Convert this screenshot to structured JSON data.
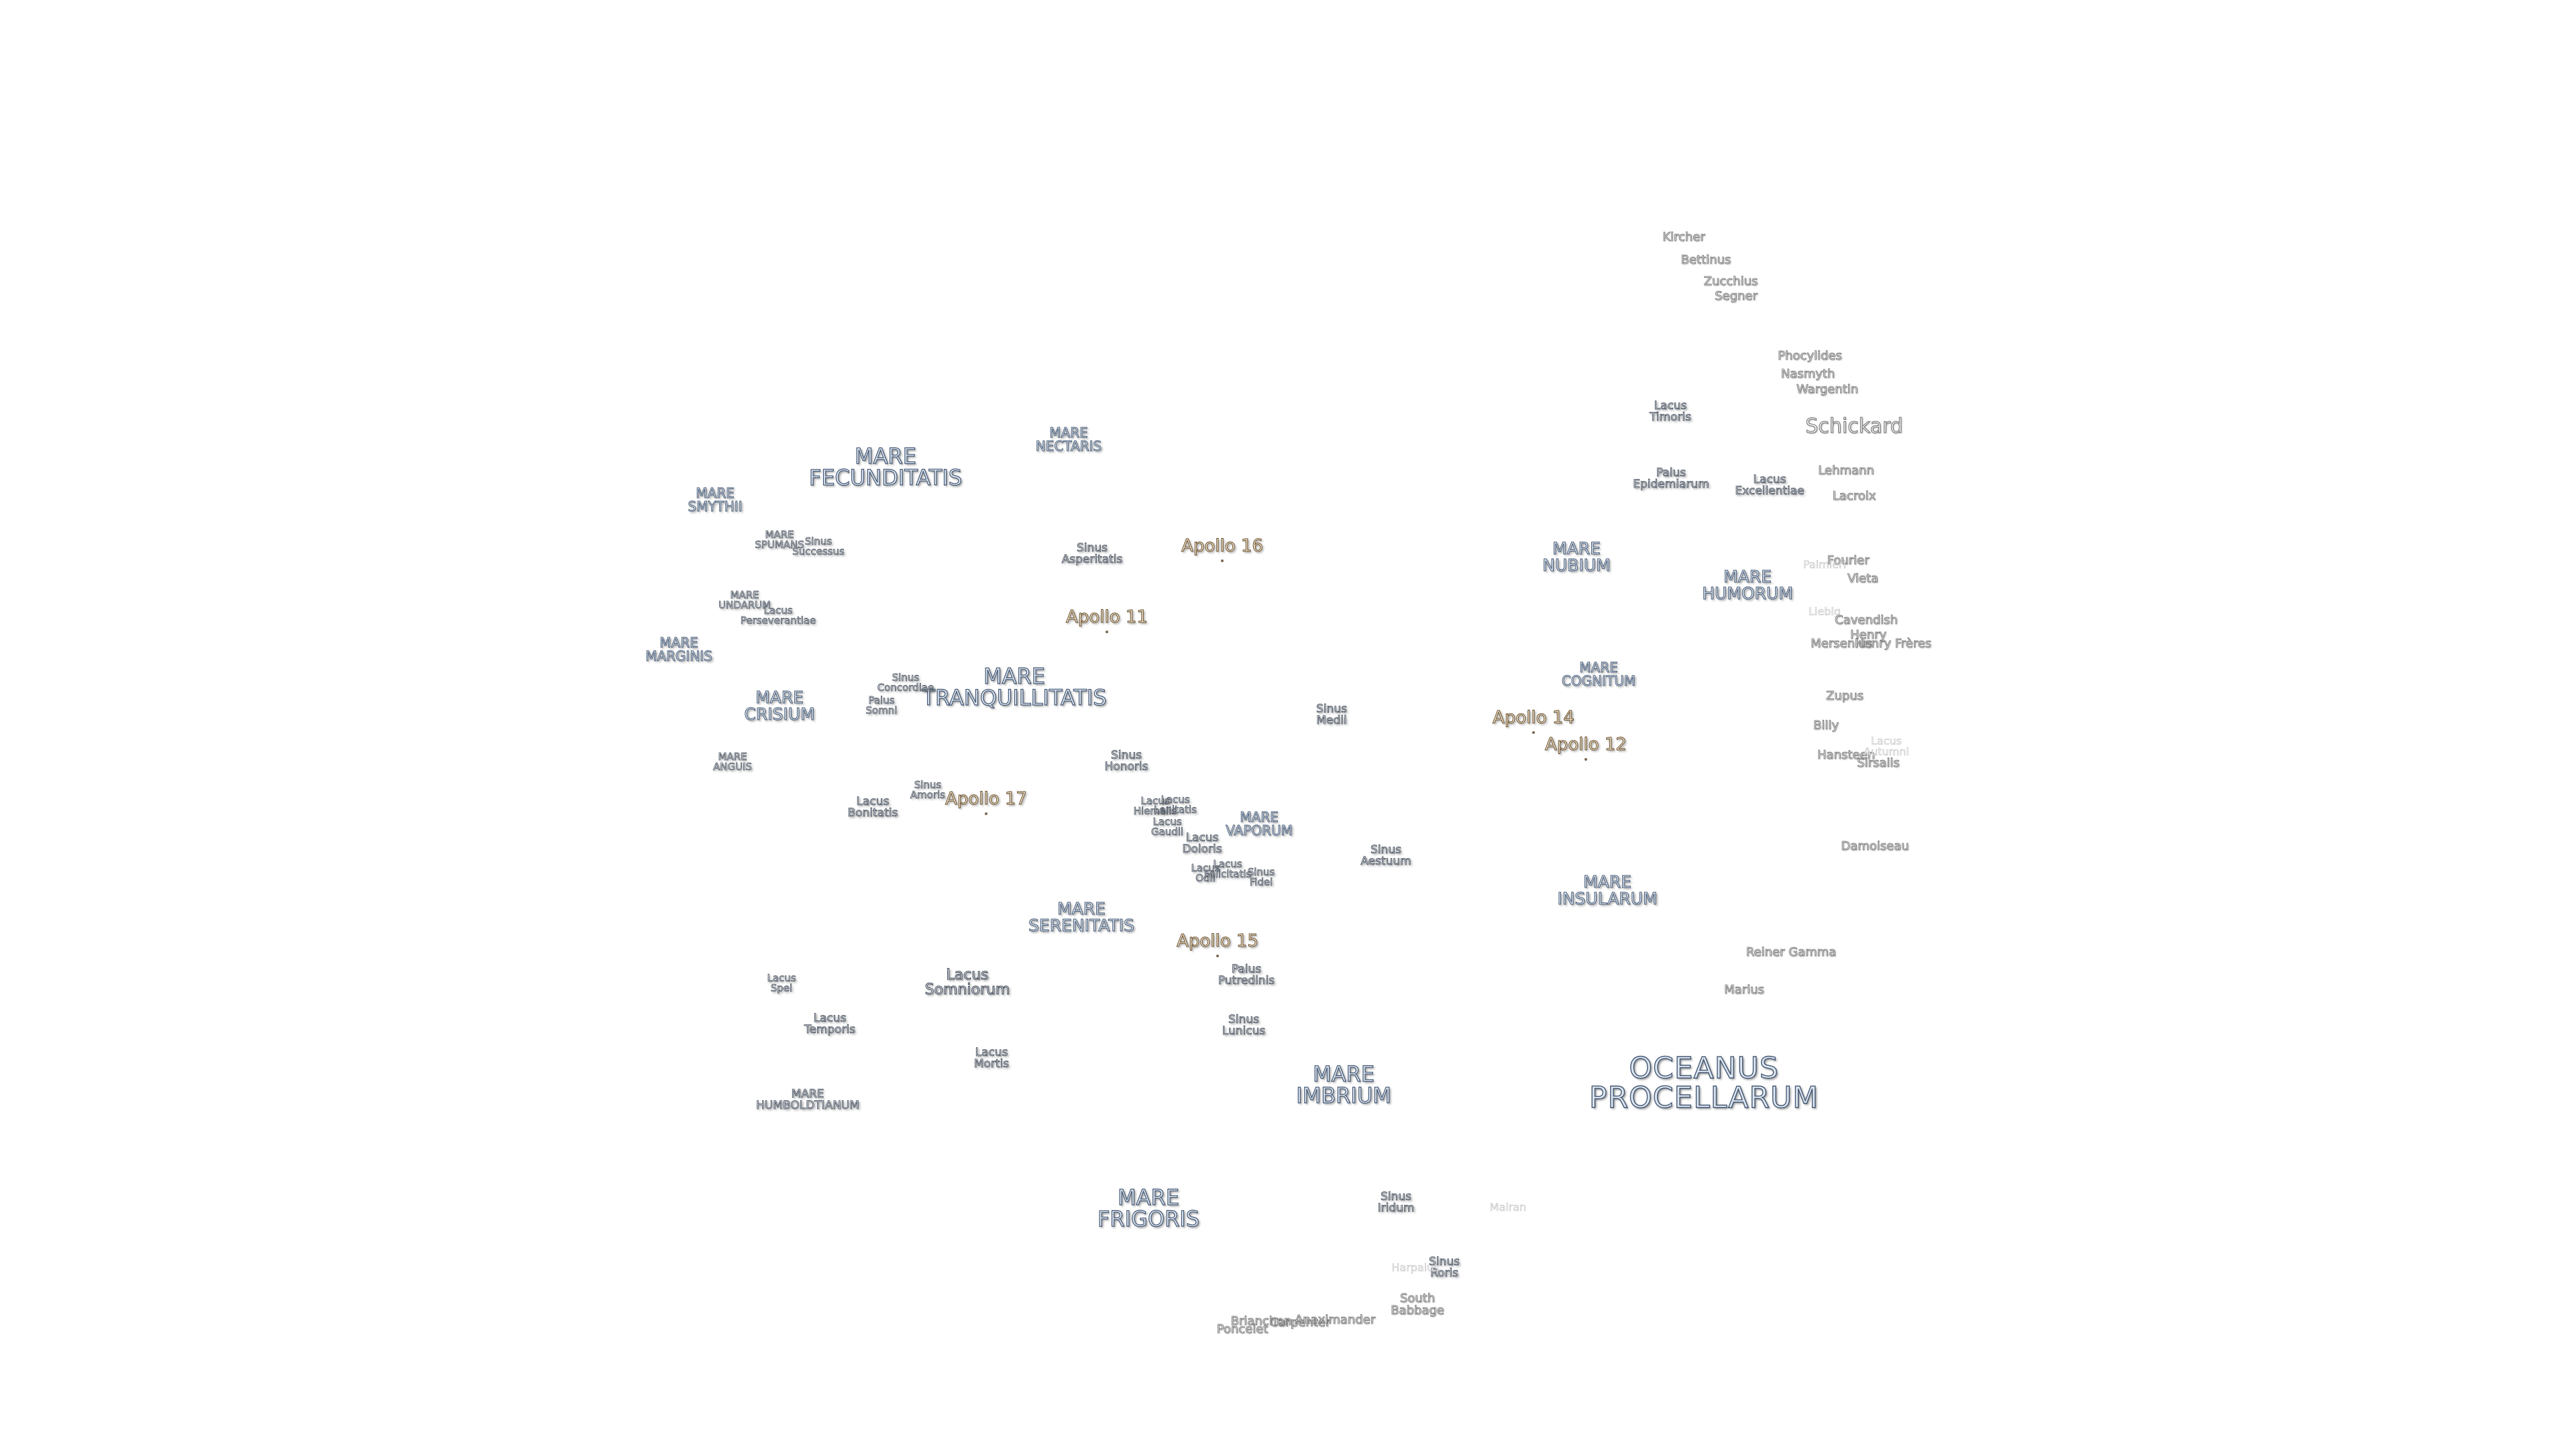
{
  "labels": [
    {
      "text": "OCEANUS\nPROCELLARUM",
      "cls": "ocean",
      "id": "oceanus-procellarum"
    },
    {
      "text": "MARE\nIMBRIUM",
      "cls": "mare-l",
      "id": "mare-imbrium"
    },
    {
      "text": "MARE\nFRIGORIS",
      "cls": "mare-l",
      "id": "mare-frigoris"
    },
    {
      "text": "MARE\nSERENITATIS",
      "cls": "mare",
      "id": "mare-serenitatis"
    },
    {
      "text": "MARE\nTRANQUILLITATIS",
      "cls": "mare-l",
      "id": "mare-tranquillitatis"
    },
    {
      "text": "MARE\nFECUNDITATIS",
      "cls": "mare-l",
      "id": "mare-fecunditatis"
    },
    {
      "text": "MARE\nNECTARIS",
      "cls": "mare-s",
      "id": "mare-nectaris"
    },
    {
      "text": "MARE\nCRISIUM",
      "cls": "mare",
      "id": "mare-crisium"
    },
    {
      "text": "MARE\nNUBIUM",
      "cls": "mare",
      "id": "mare-nubium"
    },
    {
      "text": "MARE\nHUMORUM",
      "cls": "mare",
      "id": "mare-humorum"
    },
    {
      "text": "MARE\nCOGNITUM",
      "cls": "mare-s",
      "id": "mare-cognitum"
    },
    {
      "text": "MARE\nINSULARUM",
      "cls": "mare",
      "id": "mare-insularum"
    },
    {
      "text": "MARE\nVAPORUM",
      "cls": "mare-s",
      "id": "mare-vaporum"
    },
    {
      "text": "MARE\nSMYTHII",
      "cls": "mare-s",
      "id": "mare-smythii"
    },
    {
      "text": "MARE\nSPUMANS",
      "cls": "tiny",
      "id": "mare-spumans"
    },
    {
      "text": "MARE\nUNDARUM",
      "cls": "tiny",
      "id": "mare-undarum"
    },
    {
      "text": "MARE\nMARGINIS",
      "cls": "mare-s",
      "id": "mare-marginis"
    },
    {
      "text": "MARE\nANGUIS",
      "cls": "tiny",
      "id": "mare-anguis"
    },
    {
      "text": "MARE\nHUMBOLDTIANUM",
      "cls": "small",
      "id": "mare-humboldtianum"
    },
    {
      "text": "Lacus\nSomniorum",
      "cls": "lacus",
      "id": "lacus-somniorum"
    },
    {
      "text": "Lacus\nMortis",
      "cls": "small",
      "id": "lacus-mortis"
    },
    {
      "text": "Lacus\nTemporis",
      "cls": "small",
      "id": "lacus-temporis"
    },
    {
      "text": "Lacus\nSpei",
      "cls": "tiny",
      "id": "lacus-spei"
    },
    {
      "text": "Lacus\nBonitatis",
      "cls": "small",
      "id": "lacus-bonitatis"
    },
    {
      "text": "Lacus\nPerseverantiae",
      "cls": "tiny",
      "id": "lacus-perseverantiae"
    },
    {
      "text": "Lacus\nDoloris",
      "cls": "small",
      "id": "lacus-doloris"
    },
    {
      "text": "Lacus\nGaudii",
      "cls": "tiny",
      "id": "lacus-gaudii"
    },
    {
      "text": "Lacus\nHiemalis",
      "cls": "tiny",
      "id": "lacus-hiemalis"
    },
    {
      "text": "Lacus\nLenitatis",
      "cls": "tiny",
      "id": "lacus-lenitatis"
    },
    {
      "text": "Lacus\nOdii",
      "cls": "tiny",
      "id": "lacus-odii"
    },
    {
      "text": "Lacus\nFelicitatis",
      "cls": "tiny",
      "id": "lacus-felicitatis"
    },
    {
      "text": "Lacus\nTimoris",
      "cls": "small",
      "id": "lacus-timoris"
    },
    {
      "text": "Lacus\nExcellentiae",
      "cls": "small",
      "id": "lacus-excellentiae"
    },
    {
      "text": "Palus\nPutredinis",
      "cls": "small",
      "id": "palus-putredinis"
    },
    {
      "text": "Palus\nSomni",
      "cls": "tiny",
      "id": "palus-somni"
    },
    {
      "text": "Palus\nEpidemiarum",
      "cls": "small",
      "id": "palus-epidemiarum"
    },
    {
      "text": "Sinus\nMedii",
      "cls": "small",
      "id": "sinus-medii"
    },
    {
      "text": "Sinus\nAestuum",
      "cls": "small",
      "id": "sinus-aestuum"
    },
    {
      "text": "Sinus\nIridum",
      "cls": "small",
      "id": "sinus-iridum"
    },
    {
      "text": "Sinus\nRoris",
      "cls": "small",
      "id": "sinus-roris"
    },
    {
      "text": "Sinus\nLunicus",
      "cls": "small",
      "id": "sinus-lunicus"
    },
    {
      "text": "Sinus\nHonoris",
      "cls": "small",
      "id": "sinus-honoris"
    },
    {
      "text": "Sinus\nAsperitatis",
      "cls": "small",
      "id": "sinus-asperitatis"
    },
    {
      "text": "Sinus\nConcordiae",
      "cls": "tiny",
      "id": "sinus-concordiae"
    },
    {
      "text": "Sinus\nAmoris",
      "cls": "tiny",
      "id": "sinus-amoris"
    },
    {
      "text": "Sinus\nSuccessus",
      "cls": "tiny",
      "id": "sinus-successus"
    },
    {
      "text": "Sinus\nFidei",
      "cls": "tiny",
      "id": "sinus-fidei"
    },
    {
      "text": "Apollo 11",
      "cls": "apollo",
      "id": "apollo-11",
      "site": true
    },
    {
      "text": "Apollo 12",
      "cls": "apollo",
      "id": "apollo-12",
      "site": true
    },
    {
      "text": "Apollo 14",
      "cls": "apollo",
      "id": "apollo-14",
      "site": true
    },
    {
      "text": "Apollo 15",
      "cls": "apollo",
      "id": "apollo-15",
      "site": true
    },
    {
      "text": "Apollo 16",
      "cls": "apollo",
      "id": "apollo-16",
      "site": true
    },
    {
      "text": "Apollo 17",
      "cls": "apollo",
      "id": "apollo-17",
      "site": true
    },
    {
      "text": "Schickard",
      "cls": "crater-l",
      "id": "schickard"
    },
    {
      "text": "South\nBabbage",
      "cls": "crater",
      "id": "south-babbage"
    },
    {
      "text": "Phocylides",
      "cls": "crater",
      "id": "phocylides"
    },
    {
      "text": "Nasmyth",
      "cls": "crater",
      "id": "nasmyth"
    },
    {
      "text": "Wargentin",
      "cls": "crater",
      "id": "wargentin"
    },
    {
      "text": "Kircher",
      "cls": "crater",
      "id": "kircher"
    },
    {
      "text": "Bettinus",
      "cls": "crater",
      "id": "bettinus"
    },
    {
      "text": "Zucchius",
      "cls": "crater",
      "id": "zucchius"
    },
    {
      "text": "Segner",
      "cls": "crater",
      "id": "segner"
    },
    {
      "text": "Lehmann",
      "cls": "crater",
      "id": "lehmann"
    },
    {
      "text": "Lacroix",
      "cls": "crater",
      "id": "lacroix"
    },
    {
      "text": "Fourier",
      "cls": "crater",
      "id": "fourier"
    },
    {
      "text": "Vieta",
      "cls": "crater",
      "id": "vieta"
    },
    {
      "text": "Liebig",
      "cls": "faint",
      "id": "liebig"
    },
    {
      "text": "Cavendish",
      "cls": "crater",
      "id": "cavendish"
    },
    {
      "text": "Henry",
      "cls": "crater",
      "id": "henry"
    },
    {
      "text": "Mersenius",
      "cls": "crater",
      "id": "mersenius"
    },
    {
      "text": "Henry Frères",
      "cls": "crater",
      "id": "henry-freres"
    },
    {
      "text": "Zupus",
      "cls": "crater",
      "id": "zupus"
    },
    {
      "text": "Billy",
      "cls": "crater",
      "id": "billy"
    },
    {
      "text": "Hansteen",
      "cls": "crater",
      "id": "hansteen"
    },
    {
      "text": "Sirsalis",
      "cls": "crater",
      "id": "sirsalis"
    },
    {
      "text": "Damoiseau",
      "cls": "crater",
      "id": "damoiseau"
    },
    {
      "text": "Reiner Gamma",
      "cls": "crater",
      "id": "reiner-gamma"
    },
    {
      "text": "Marius",
      "cls": "crater",
      "id": "marius"
    },
    {
      "text": "Poncelet",
      "cls": "crater",
      "id": "poncelet"
    },
    {
      "text": "Carpenter",
      "cls": "crater",
      "id": "carpenter"
    },
    {
      "text": "Brianchon",
      "cls": "crater",
      "id": "brianchon"
    },
    {
      "text": "Anaximander",
      "cls": "crater",
      "id": "anaximander"
    },
    {
      "text": "Palmieri",
      "cls": "faint",
      "id": "palmieri"
    },
    {
      "text": "Mairan",
      "cls": "faint",
      "id": "mairan"
    },
    {
      "text": "Harpalus",
      "cls": "faint",
      "id": "harpalus"
    },
    {
      "text": "Lacus\nAutumni",
      "cls": "faint",
      "id": "lacus-autumni"
    }
  ]
}
